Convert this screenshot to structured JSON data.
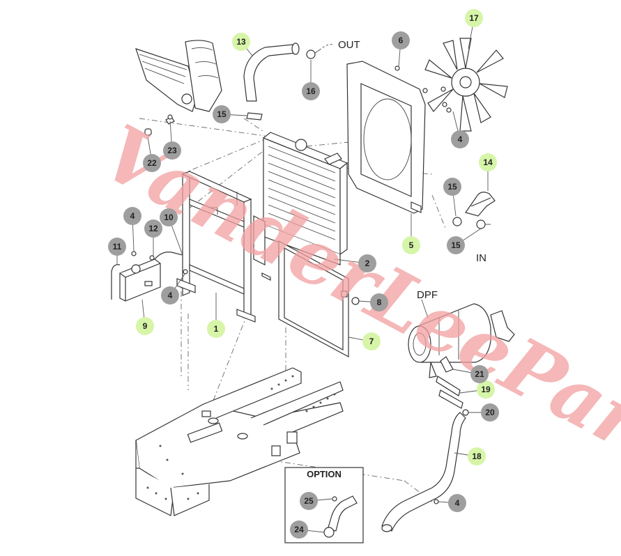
{
  "labels": {
    "out": "OUT",
    "in": "IN",
    "dpf": "DPF",
    "option": "OPTION"
  },
  "watermark": "VanderLeeParts",
  "colors": {
    "callout_grey": "#9e9e9e",
    "callout_green": "#d6f5a8",
    "watermark_red": "#f2a0a0",
    "line": "#333333"
  },
  "callouts": [
    {
      "num": "1",
      "style": "green"
    },
    {
      "num": "2",
      "style": "grey"
    },
    {
      "num": "4",
      "style": "grey"
    },
    {
      "num": "4",
      "style": "grey"
    },
    {
      "num": "4",
      "style": "grey"
    },
    {
      "num": "4",
      "style": "grey"
    },
    {
      "num": "5",
      "style": "green"
    },
    {
      "num": "6",
      "style": "grey"
    },
    {
      "num": "7",
      "style": "green"
    },
    {
      "num": "8",
      "style": "grey"
    },
    {
      "num": "9",
      "style": "green"
    },
    {
      "num": "10",
      "style": "grey"
    },
    {
      "num": "11",
      "style": "grey"
    },
    {
      "num": "12",
      "style": "grey"
    },
    {
      "num": "13",
      "style": "green"
    },
    {
      "num": "14",
      "style": "green"
    },
    {
      "num": "15",
      "style": "grey"
    },
    {
      "num": "15",
      "style": "grey"
    },
    {
      "num": "15",
      "style": "grey"
    },
    {
      "num": "16",
      "style": "grey"
    },
    {
      "num": "17",
      "style": "green"
    },
    {
      "num": "18",
      "style": "green"
    },
    {
      "num": "19",
      "style": "green"
    },
    {
      "num": "20",
      "style": "grey"
    },
    {
      "num": "21",
      "style": "grey"
    },
    {
      "num": "22",
      "style": "grey"
    },
    {
      "num": "23",
      "style": "grey"
    },
    {
      "num": "24",
      "style": "grey"
    },
    {
      "num": "25",
      "style": "grey"
    }
  ]
}
